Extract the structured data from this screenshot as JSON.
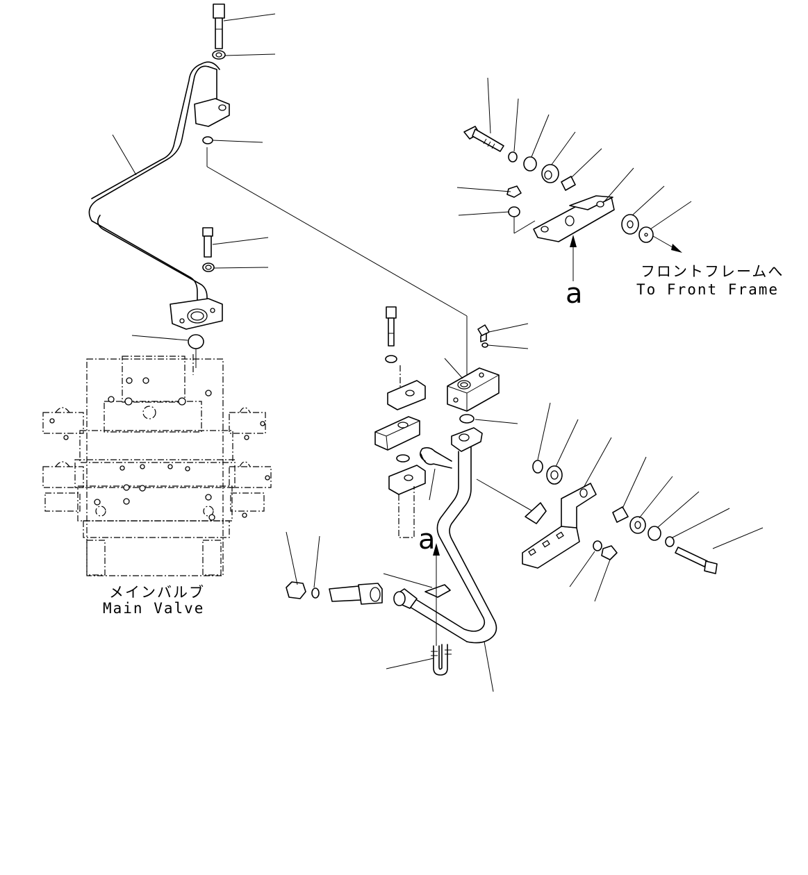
{
  "labels": {
    "main_valve_jp": "メインバルブ",
    "main_valve_en": "Main Valve",
    "front_frame_jp": "フロントフレームへ",
    "front_frame_en": "To Front Frame",
    "view_a_upper": "a",
    "view_a_lower": "a"
  }
}
